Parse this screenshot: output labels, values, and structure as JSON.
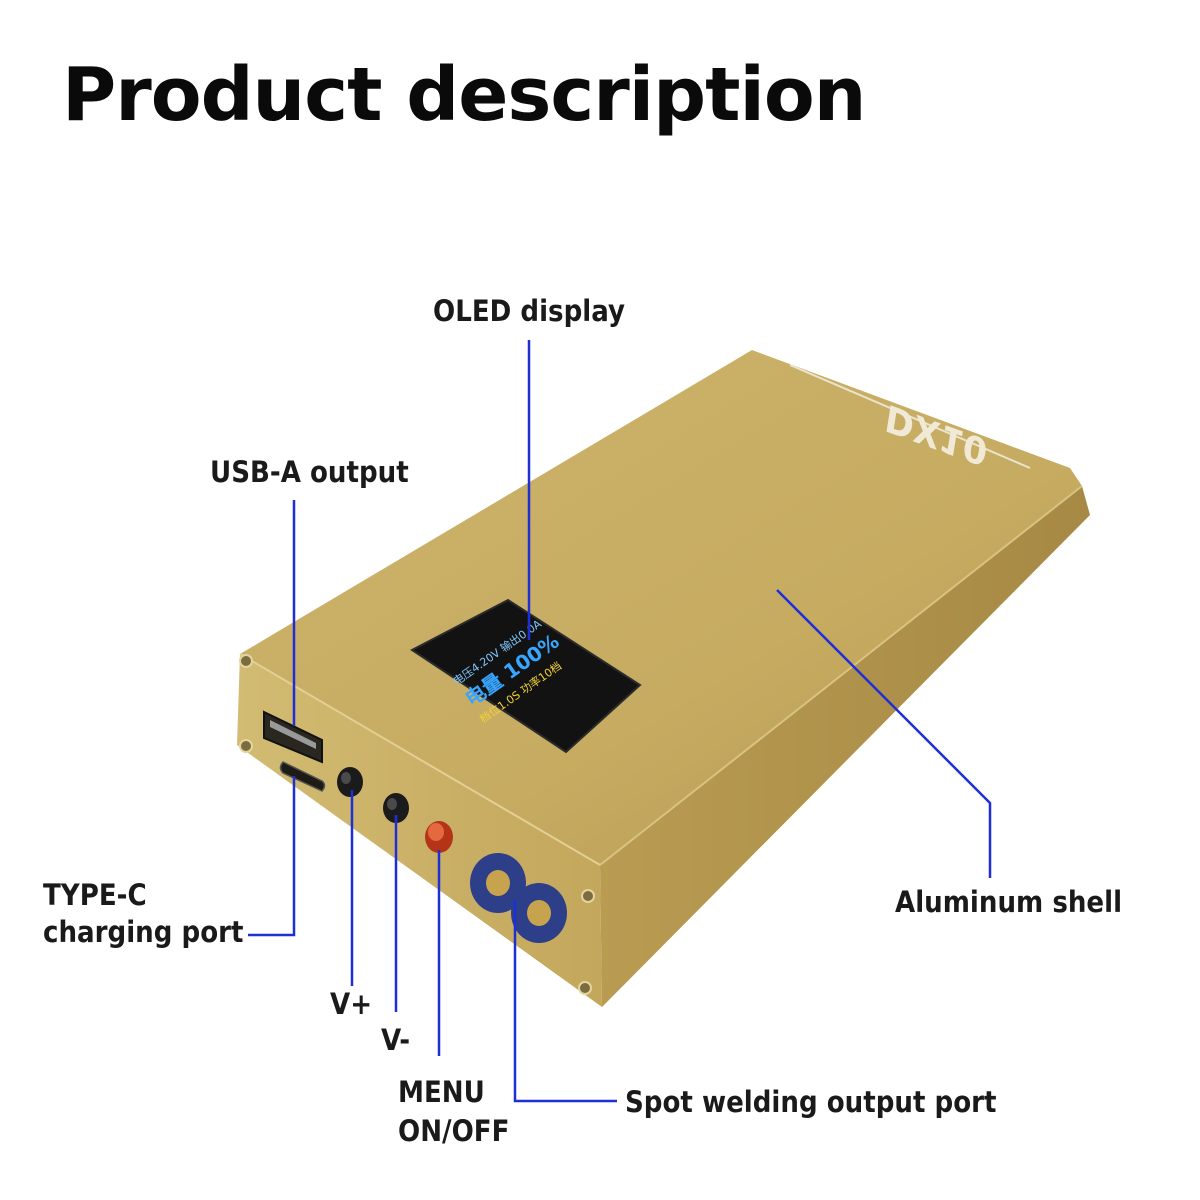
{
  "title": "Product description",
  "device": {
    "brand_logo": "DX10",
    "screen": {
      "line1": "电量 100%",
      "line2": "电压4.20V  输出0.0A",
      "line3": "档位1.0S  功率10档"
    },
    "accent_colors": {
      "shell": "#c8ad62",
      "callout_line": "#1f2fd6",
      "menu_button": "#d6451f",
      "welding_port": "#2e3f8a"
    }
  },
  "labels": {
    "oled": "OLED display",
    "usb_a": "USB-A output",
    "type_c_line1": "TYPE-C",
    "type_c_line2": "charging port",
    "v_plus": "V+",
    "v_minus": "V-",
    "menu_line1": "MENU",
    "menu_line2": "ON/OFF",
    "spot_welding": "Spot welding output port",
    "shell": "Aluminum shell"
  }
}
